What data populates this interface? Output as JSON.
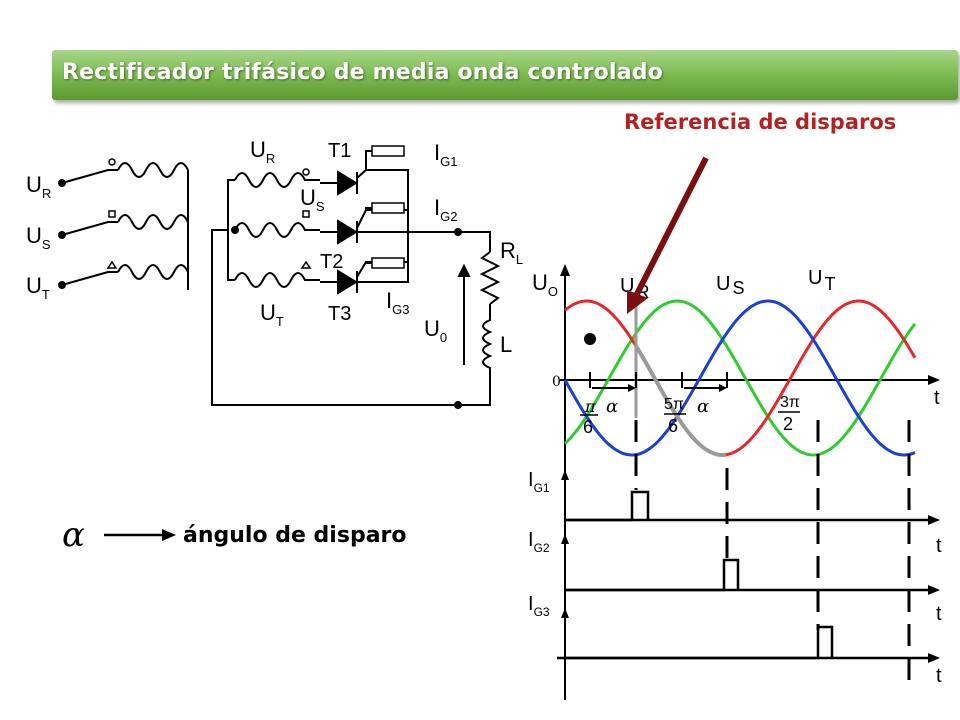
{
  "slide": {
    "title": "Rectificador trifásico de media onda controlado",
    "reference_label": "Referencia de disparos",
    "alpha_meaning": "ángulo de disparo"
  },
  "circuit": {
    "inputs": {
      "r": {
        "main": "U",
        "sub": "R"
      },
      "s": {
        "main": "U",
        "sub": "S"
      },
      "t": {
        "main": "U",
        "sub": "T"
      }
    },
    "secondary": {
      "r": {
        "main": "U",
        "sub": "R"
      },
      "s": {
        "main": "U",
        "sub": "S"
      },
      "t": {
        "main": "U",
        "sub": "T"
      }
    },
    "thyristors": [
      "T1",
      "T2",
      "T3"
    ],
    "gates": [
      {
        "main": "I",
        "sub": "G1"
      },
      {
        "main": "I",
        "sub": "G2"
      },
      {
        "main": "I",
        "sub": "G3"
      }
    ],
    "load_resistor": {
      "main": "R",
      "sub": "L"
    },
    "load_inductor": "L",
    "output_voltage": {
      "main": "U",
      "sub": "0"
    }
  },
  "waveform": {
    "y_label": {
      "main": "U",
      "sub": "O"
    },
    "phase_labels": [
      {
        "main": "U",
        "sub": "R"
      },
      {
        "main": "U",
        "sub": "S"
      },
      {
        "main": "U",
        "sub": "T"
      }
    ],
    "origin_label": "0",
    "x_label": "t",
    "angle_marks": [
      {
        "num": "π",
        "den": "6"
      },
      {
        "num": "5π",
        "den": "6"
      },
      {
        "num": "3π",
        "den": "2"
      }
    ],
    "alpha_symbol": "α",
    "gate_labels": [
      {
        "main": "I",
        "sub": "G1"
      },
      {
        "main": "I",
        "sub": "G2"
      },
      {
        "main": "I",
        "sub": "G3"
      }
    ],
    "gate_axis_label": "t",
    "colors": {
      "R": "#e8262b",
      "S": "#2ecc2e",
      "T": "#1a3fd6",
      "output": "#9a9a9a",
      "arrow": "#7a0f0f"
    }
  }
}
